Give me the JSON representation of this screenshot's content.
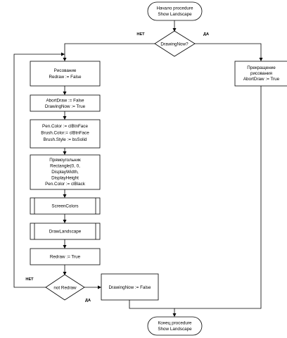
{
  "nodes": {
    "start": [
      "Начало procedure",
      "Show Landscape"
    ],
    "decision_drawing": [
      "DrawingNow?"
    ],
    "stop_drawing": [
      "Прекращение",
      "рисования",
      "AbortDraw := True"
    ],
    "redraw_false": [
      "Рисование",
      "Redraw := False"
    ],
    "abort_false": [
      "AbortDraw := False",
      "DrawingNow := True"
    ],
    "pen_brush": [
      "Pen.Color := clBtnFace",
      "Brush.Color:= clBtnFace",
      "Brush.Style := bsSolid"
    ],
    "rectangle": [
      "Прямоугольник",
      "Rectangle(0, 0,",
      "DisplayWidth,",
      "DisplayHeight",
      "Pen.Color := clBlack"
    ],
    "screen_colors": [
      "ScreenColors"
    ],
    "draw_landscape": [
      "DrawLandscape"
    ],
    "redraw_true": [
      "Redraw := True"
    ],
    "decision_redraw": [
      "not Redraw"
    ],
    "drawing_false": [
      "DrawingNow := False"
    ],
    "end": [
      "Конец procedure",
      "Show Landscape"
    ]
  },
  "labels": {
    "no_top": "НЕТ",
    "yes_top": "ДА",
    "no_bottom": "НЕТ",
    "yes_bottom": "ДА"
  }
}
